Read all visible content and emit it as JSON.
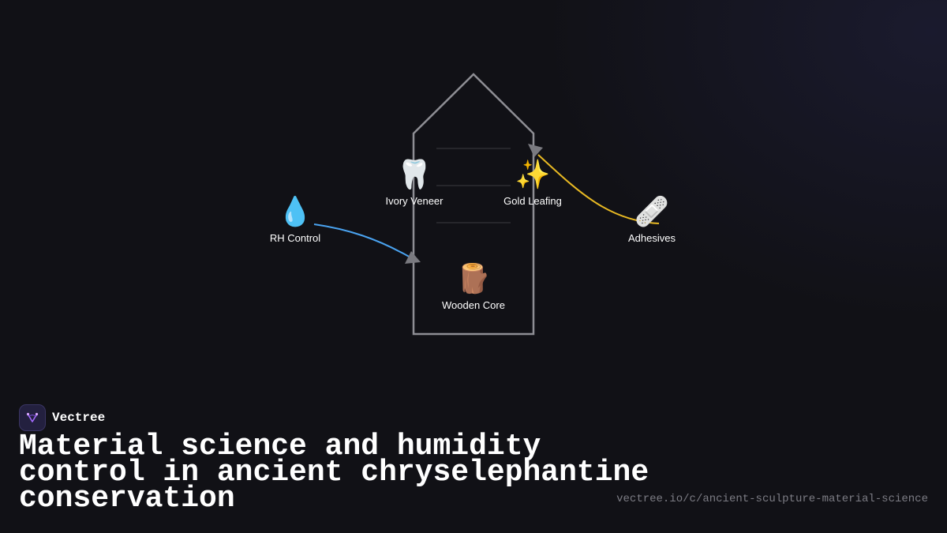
{
  "diagram": {
    "nodes": {
      "rh_control": {
        "icon": "droplet-icon",
        "emoji": "💧",
        "label": "RH Control"
      },
      "ivory_veneer": {
        "icon": "tooth-icon",
        "emoji": "🦷",
        "label": "Ivory Veneer"
      },
      "gold_leafing": {
        "icon": "sparkles-icon",
        "emoji": "✨",
        "label": "Gold Leafing"
      },
      "adhesives": {
        "icon": "bandage-icon",
        "emoji": "🩹",
        "label": "Adhesives"
      },
      "wooden_core": {
        "icon": "wood-log-icon",
        "emoji": "🪵",
        "label": "Wooden Core"
      }
    },
    "edges": [
      {
        "from": "RH Control",
        "to": "Wooden Core",
        "color": "#4aa3f0"
      },
      {
        "from": "Adhesives",
        "to": "Gold Leafing",
        "color": "#e8b923"
      }
    ],
    "colors": {
      "structure": "#8e8e94",
      "arrowhead": "#7a7a80",
      "shelf_line": "#3a3a40"
    }
  },
  "brand": {
    "name": "Vectree",
    "logo_icon": "vectree-logo-icon",
    "logo_bg": "#23203f",
    "logo_mark": "#a56bff"
  },
  "title": "Material science and humidity control in ancient chryselephantine conservation",
  "url": "vectree.io/c/ancient-sculpture-material-science",
  "colors": {
    "background": "#111116",
    "text": "#ffffff",
    "muted": "#7c7c84"
  }
}
